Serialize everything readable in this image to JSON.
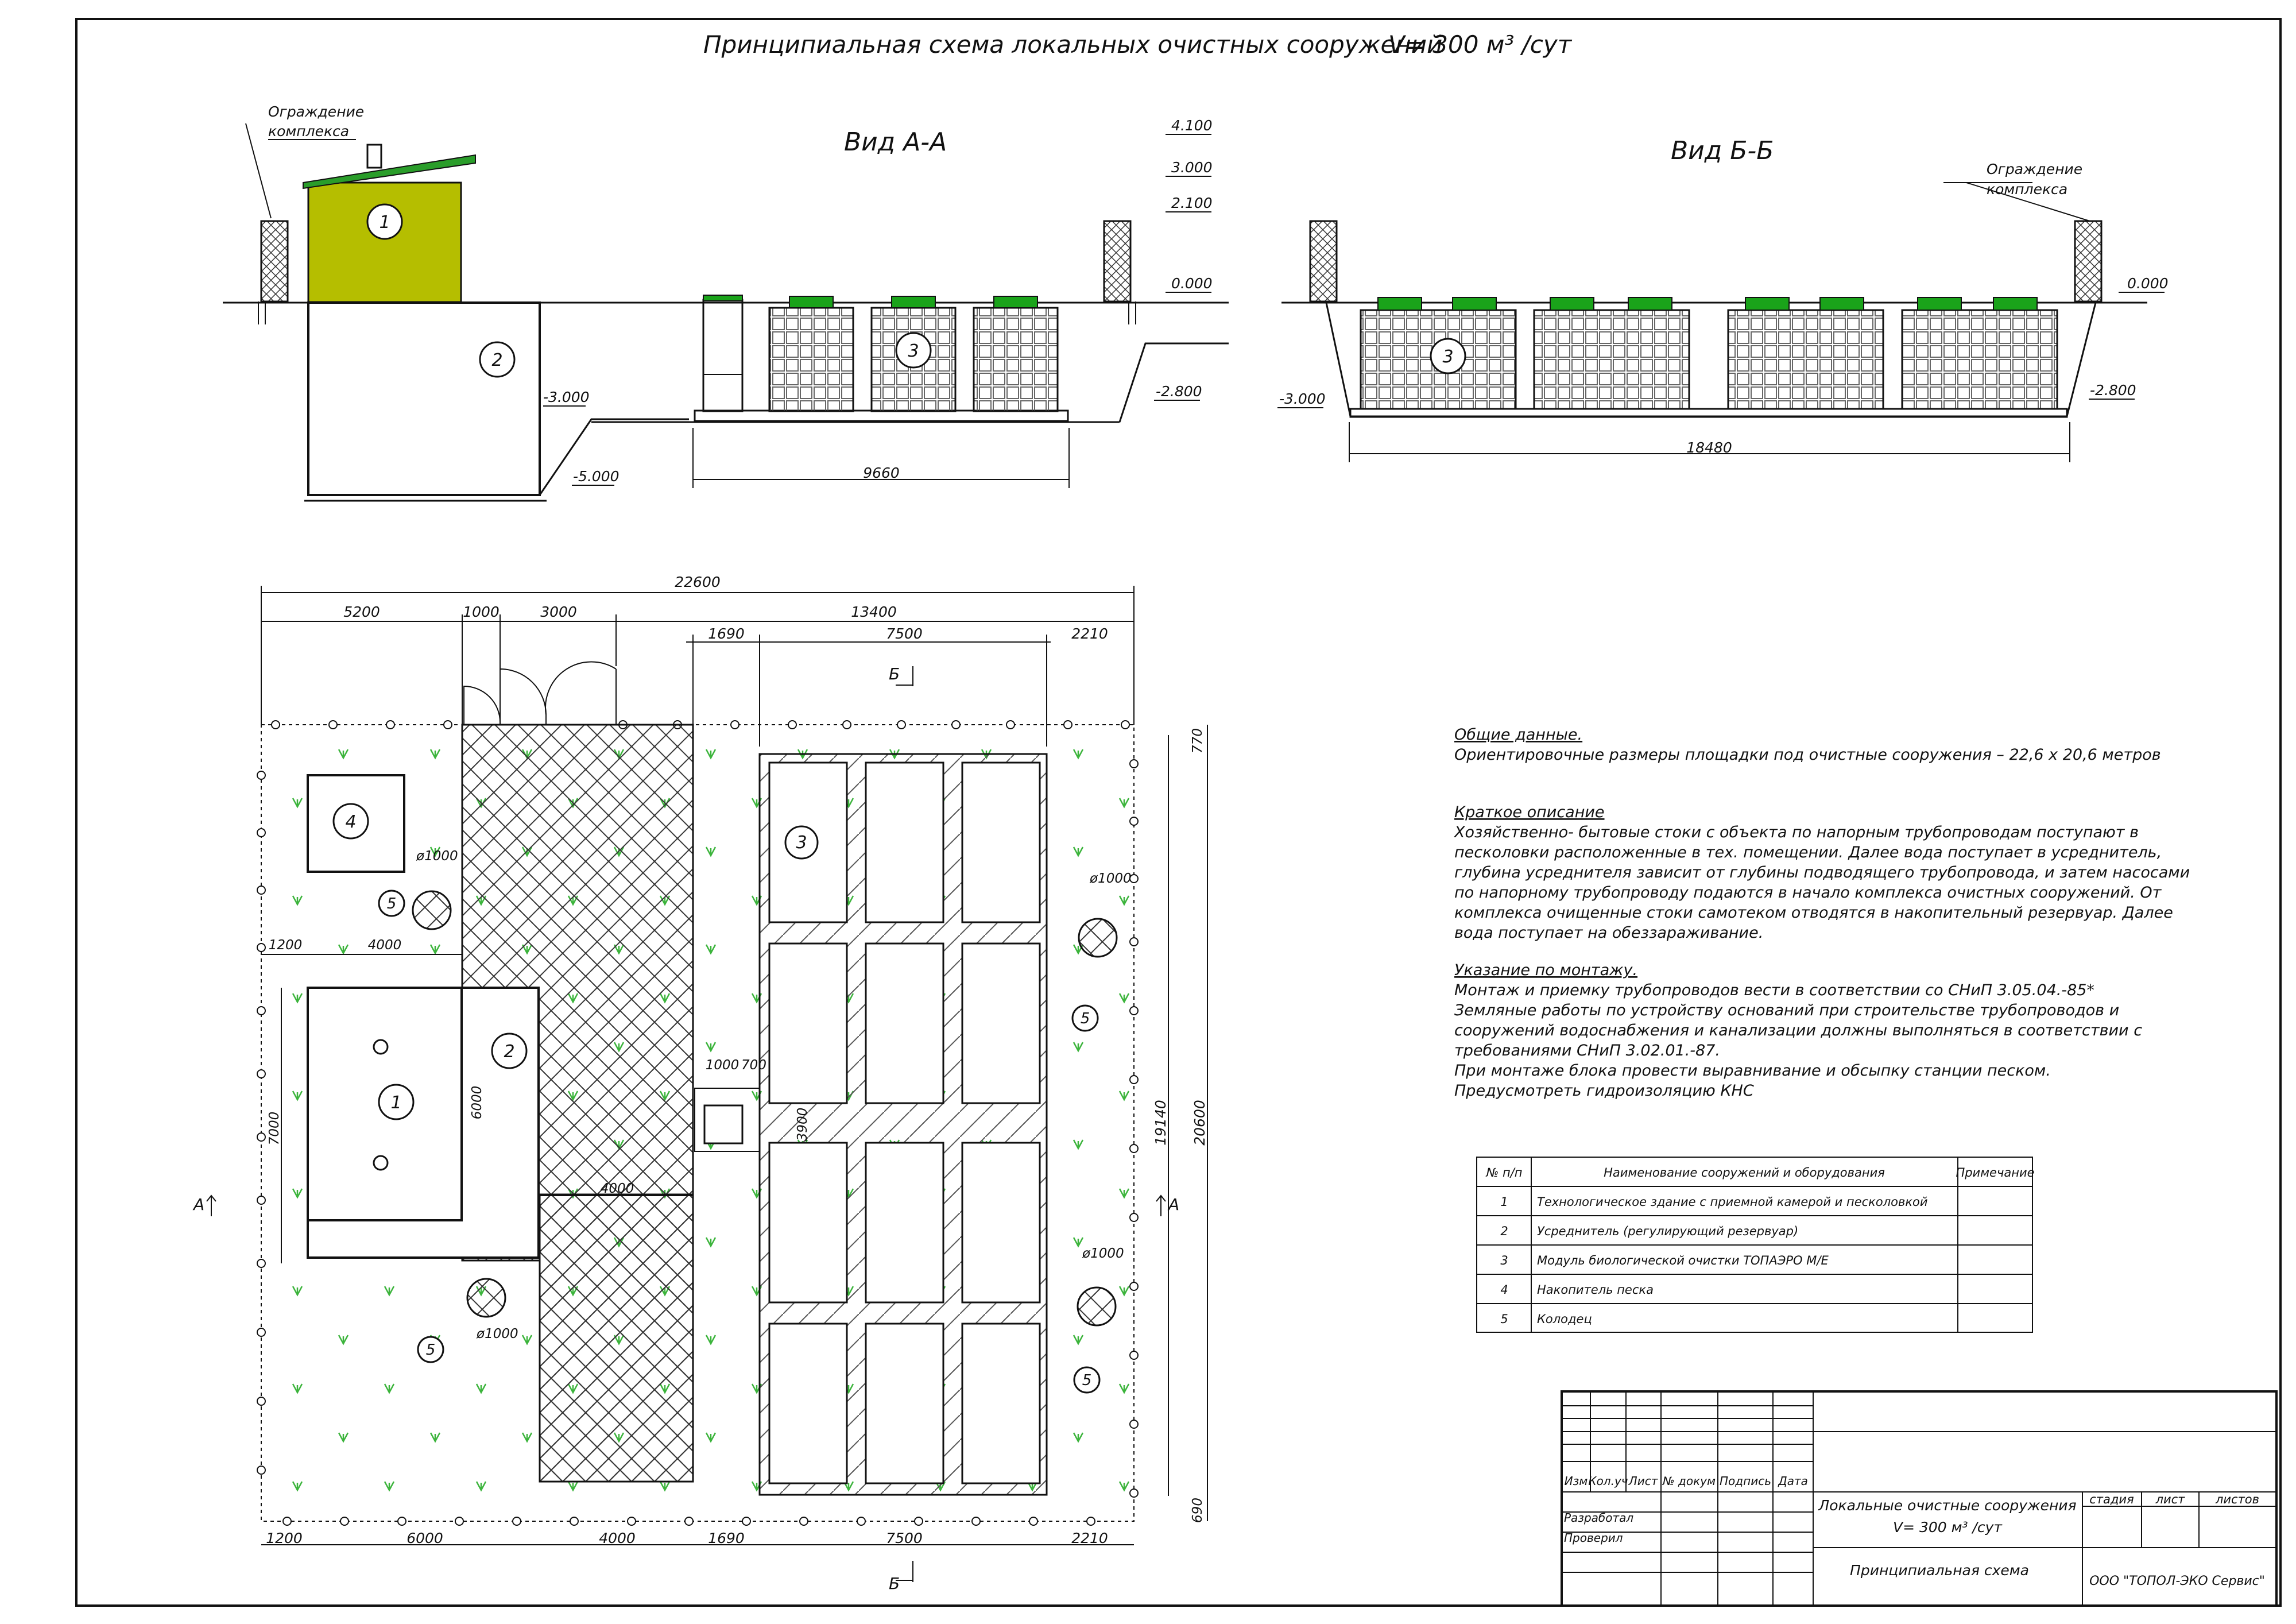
{
  "title": "Принципиальная схема локальных очистных сооружений",
  "title_formula": "V= 300 м³ /сут",
  "view_a": {
    "title": "Вид А-А",
    "fence_label": [
      "Ограждение",
      "комплекса"
    ],
    "levels": [
      "4.100",
      "3.000",
      "2.100",
      "0.000",
      "-3.000",
      "-5.000",
      "-2.800"
    ],
    "markers": [
      "1",
      "2",
      "3"
    ],
    "dimension": "9660"
  },
  "view_b": {
    "title": "Вид Б-Б",
    "fence_label": [
      "Ограждение",
      "комплекса"
    ],
    "levels": [
      "0.000",
      "-3.000",
      "-2.800"
    ],
    "marker": "3",
    "dimension": "18480"
  },
  "plan": {
    "dims_top": {
      "overall": "22600",
      "left": "5200",
      "gap": "1000",
      "gate": "3000",
      "right": "13400",
      "d1690": "1690",
      "d7500": "7500",
      "d2210": "2210"
    },
    "dims_bottom": [
      "1200",
      "6000",
      "4000",
      "1690",
      "7500",
      "2210"
    ],
    "dims_right": [
      "770",
      "19140",
      "20600",
      "690"
    ],
    "dims_inner": {
      "left_1200": "1200",
      "left_4000": "4000",
      "h7000": "7000",
      "h6000": "6000",
      "road_4000": "4000",
      "d1000": "1000",
      "d700": "700",
      "d3900": "3900"
    },
    "well_dia": "ø1000",
    "section_labels": {
      "a_left": "А",
      "a_right": "А",
      "b_top": "Б",
      "b_bottom": "Б"
    },
    "markers": [
      "1",
      "2",
      "3",
      "4",
      "5"
    ]
  },
  "notes": {
    "general_heading": "Общие данные.",
    "general_text": "Ориентировочные размеры площадки под очистные сооружения  – 22,6 х 20,6 метров",
    "desc_heading": "Краткое описание",
    "desc_lines": [
      "Хозяйственно- бытовые стоки с объекта по напорным трубопроводам поступают в",
      "песколовки расположенные в тех. помещении. Далее вода поступает в усреднитель,",
      "глубина усреднителя зависит от глубины подводящего трубопровода, и затем насосами",
      "по напорному трубопроводу подаются в начало комплекса очистных сооружений. От",
      "комплекса очищенные стоки самотеком отводятся в накопительный резервуар. Далее",
      "вода поступает на обеззараживание."
    ],
    "mount_heading": "Указание по монтажу.",
    "mount_lines": [
      "Монтаж и приемку трубопроводов вести в соответствии со СНиП 3.05.04.-85*",
      "Земляные работы по устройству оснований при строительстве трубопроводов и",
      "сооружений водоснабжения и канализации должны выполняться в соответствии с",
      "требованиями СНиП 3.02.01.-87.",
      "При монтаже блока провести выравнивание и обсыпку станции песком.",
      "Предусмотреть гидроизоляцию КНС"
    ]
  },
  "legend": {
    "headers": [
      "№ п/п",
      "Наименование сооружений и оборудования",
      "Примечание"
    ],
    "rows": [
      {
        "n": "1",
        "name": "Технологическое здание с приемной камерой и песколовкой",
        "note": ""
      },
      {
        "n": "2",
        "name": "Усреднитель (регулирующий резервуар)",
        "note": ""
      },
      {
        "n": "3",
        "name": "Модуль биологической очистки ТОПАЭРО М/Е",
        "note": ""
      },
      {
        "n": "4",
        "name": "Накопитель песка",
        "note": ""
      },
      {
        "n": "5",
        "name": "Колодец",
        "note": ""
      }
    ]
  },
  "title_block": {
    "col_headers": [
      "Изм",
      "Кол.уч",
      "Лист",
      "№ докум",
      "Подпись",
      "Дата"
    ],
    "row_labels": [
      "Разработал",
      "Проверил"
    ],
    "project_line1": "Локальные очистные сооружения",
    "project_line2": "V= 300 м³ /сут",
    "stage_headers": [
      "стадия",
      "лист",
      "листов"
    ],
    "sheet_title": "Принципиальная схема",
    "company": "ООО \"ТОПОЛ-ЭКО Сервис\""
  },
  "colors": {
    "line": "#111111",
    "building": "#b5be00",
    "roof": "#2a9d2a",
    "lid": "#1aa31a",
    "grass": "#3cb43c"
  }
}
